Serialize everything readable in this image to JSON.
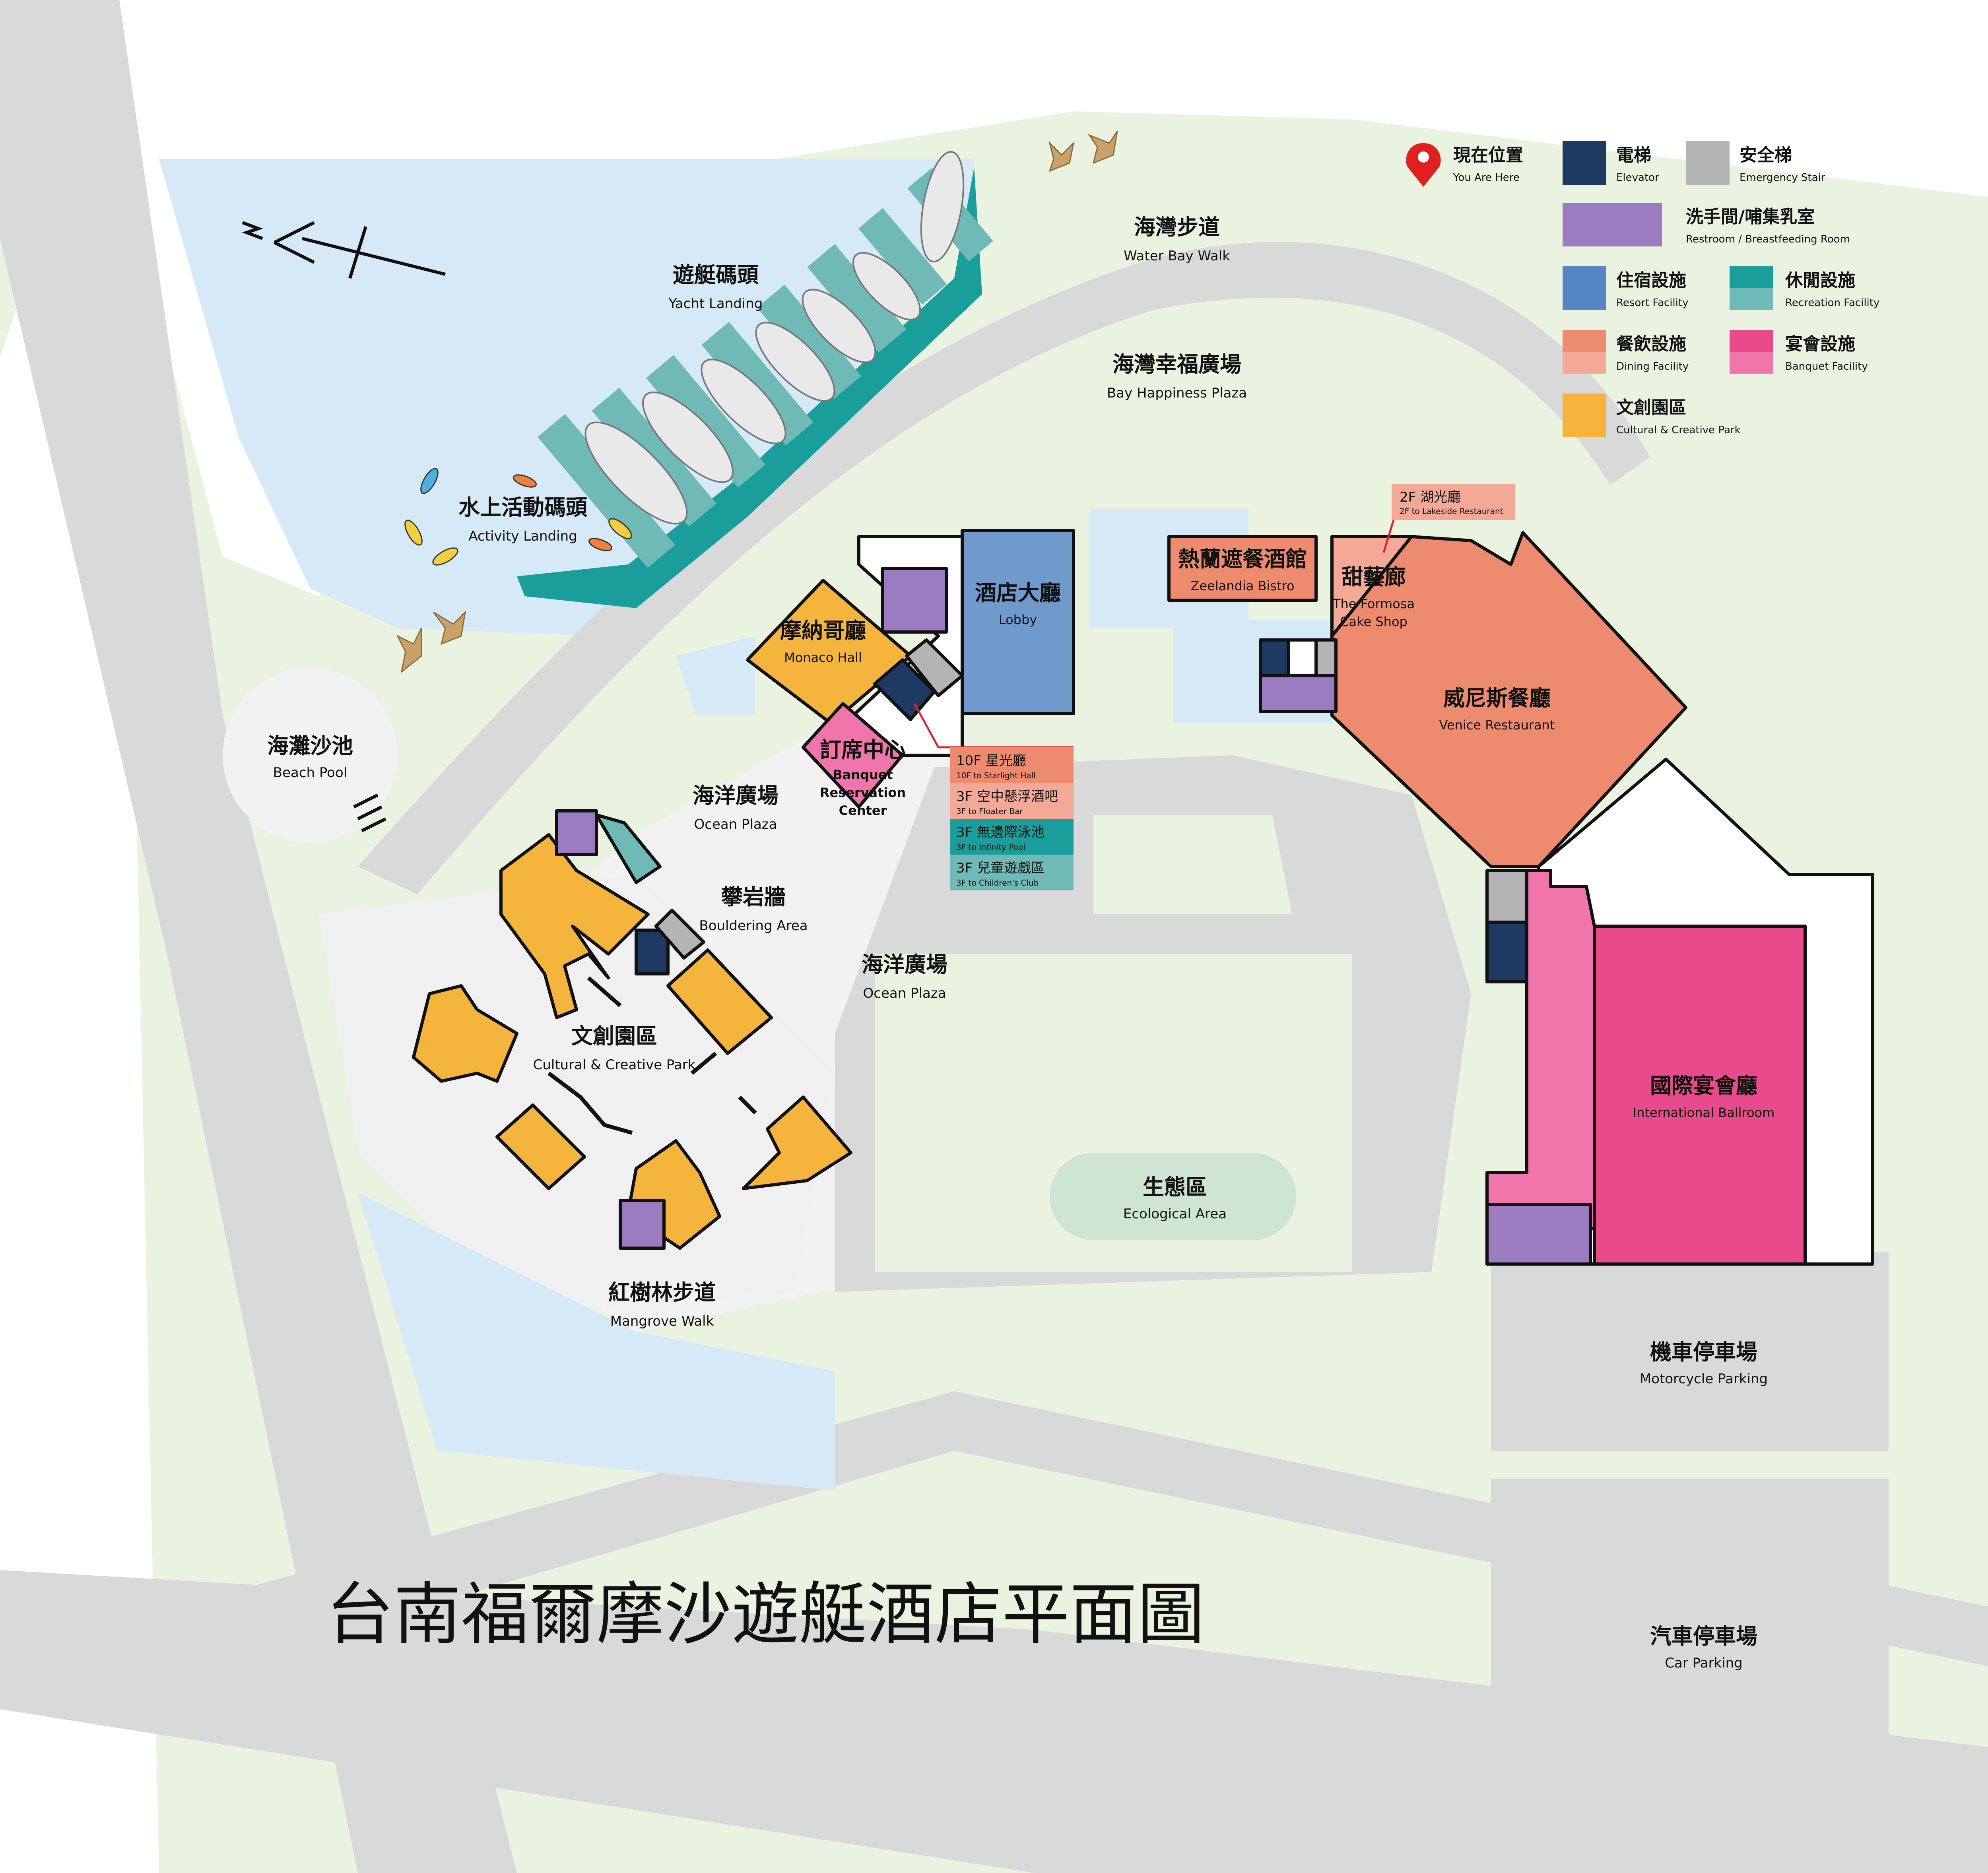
{
  "map_title": "台南福爾摩沙遊艇酒店平面圖",
  "colors": {
    "resort": "#5585c2",
    "recreation": "#1a9e9b",
    "recreation_light": "#6fbab6",
    "dining": "#ee8a6d",
    "dining_light": "#f3a996",
    "banquet": "#e84a8c",
    "banquet_light": "#f075ab",
    "cultural": "#f5b53c",
    "restroom": "#9b7cc0",
    "elevator": "#1e3a63",
    "stair": "#b4b4b4",
    "green": "#eaf3df",
    "water": "#d5e9f6",
    "road": "#d9d9d9",
    "plaza": "#f2f2f2",
    "eco": "#cfe5d3"
  },
  "legend": {
    "you_are_here": {
      "zh": "現在位置",
      "en": "You Are Here",
      "icon": "location-pin-icon"
    },
    "elevator": {
      "zh": "電梯",
      "en": "Elevator",
      "icon": "elevator-icon"
    },
    "emergency_stair": {
      "zh": "安全梯",
      "en": "Emergency Stair",
      "icon": "stairs-icon"
    },
    "restroom": {
      "zh": "洗手間/哺集乳室",
      "en": "Restroom / Breastfeeding Room",
      "icon": "restroom-icon"
    },
    "resort": {
      "zh": "住宿設施",
      "en": "Resort Facility"
    },
    "recreation": {
      "zh": "休閒設施",
      "en": "Recreation Facility"
    },
    "dining": {
      "zh": "餐飲設施",
      "en": "Dining Facility"
    },
    "banquet": {
      "zh": "宴會設施",
      "en": "Banquet Facility"
    },
    "cultural": {
      "zh": "文創園區",
      "en": "Cultural & Creative Park"
    }
  },
  "places": {
    "yacht_landing": {
      "zh": "遊艇碼頭",
      "en": "Yacht Landing"
    },
    "water_bay_walk": {
      "zh": "海灣步道",
      "en": "Water Bay Walk"
    },
    "bay_plaza": {
      "zh": "海灣幸福廣場",
      "en": "Bay Happiness Plaza"
    },
    "activity_landing": {
      "zh": "水上活動碼頭",
      "en": "Activity Landing"
    },
    "beach_pool": {
      "zh": "海灘沙池",
      "en": "Beach Pool"
    },
    "ocean_plaza_1": {
      "zh": "海洋廣場",
      "en": "Ocean Plaza"
    },
    "ocean_plaza_2": {
      "zh": "海洋廣場",
      "en": "Ocean Plaza"
    },
    "bouldering": {
      "zh": "攀岩牆",
      "en": "Bouldering Area"
    },
    "cultural_park": {
      "zh": "文創園區",
      "en": "Cultural & Creative Park"
    },
    "mangrove": {
      "zh": "紅樹林步道",
      "en": "Mangrove Walk"
    },
    "ecological": {
      "zh": "生態區",
      "en": "Ecological Area"
    },
    "motorcycle_parking": {
      "zh": "機車停車場",
      "en": "Motorcycle Parking"
    },
    "car_parking": {
      "zh": "汽車停車場",
      "en": "Car Parking"
    }
  },
  "buildings": {
    "monaco": {
      "zh": "摩納哥廳",
      "en": "Monaco Hall"
    },
    "lobby": {
      "zh": "酒店大廳",
      "en": "Lobby"
    },
    "banquet_reservation": {
      "zh": "訂席中心",
      "en1": "Banquet",
      "en2": "Reservation",
      "en3": "Center"
    },
    "zeelandia": {
      "zh": "熱蘭遮餐酒館",
      "en": "Zeelandia Bistro"
    },
    "cake_shop": {
      "zh": "甜藝廊",
      "en1": "The Formosa",
      "en2": "Cake Shop"
    },
    "venice": {
      "zh": "威尼斯餐廳",
      "en": "Venice Restaurant"
    },
    "ballroom": {
      "zh": "國際宴會廳",
      "en": "International Ballroom"
    }
  },
  "upper_floors": [
    {
      "zh": "10F 星光廳",
      "en": "10F to Starlight Hall",
      "color": "#ee8a6d"
    },
    {
      "zh": "3F 空中懸浮酒吧",
      "en": "3F to Floater Bar",
      "color": "#f3a996"
    },
    {
      "zh": "3F 無邊際泳池",
      "en": "3F to Infinity Pool",
      "color": "#1a9e9b"
    },
    {
      "zh": "3F 兒童遊戲區",
      "en": "3F to Children's Club",
      "color": "#6fbab6"
    }
  ],
  "lakeside": {
    "zh": "2F 湖光廳",
    "en": "2F to Lakeside Restaurant"
  }
}
